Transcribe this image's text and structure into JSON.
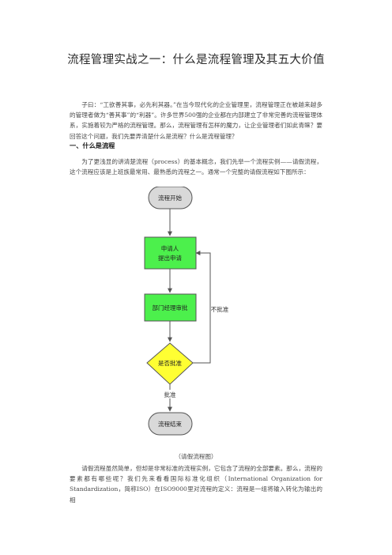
{
  "document": {
    "title": "流程管理实战之一：什么是流程管理及其五大价值",
    "intro": "子曰：“工欲善其事，必先利其器。”在当今现代化的企业管理里，流程管理正在被越来越多的管理者做为“善其事”的“利器”。许多世界500强的企业都在内部建立了非常完善的流程管理体系，实施着较为严格的流程管理。那么，流程管理有怎样的魔力，让企业管理者们如此青睐？要回答这个问题，我们先要弄清楚什么是流程？什么是流程管理？",
    "section1_heading": "一、什么是流程",
    "section1_para": "为了更浅显的讲清楚流程（process）的基本概念，我们先举一个流程实例——请假流程，这个流程应该是上班族最常用、最熟悉的流程之一。通常一个完整的请假流程如下图所示：",
    "figure_caption": "（请假流程图）",
    "closing_para": "请假流程虽然简单，但却是非常标准的流程实例，它包含了流程的全部要素。那么，流程的要素都有哪些呢？我们先来看看国际标准化组织（International Organization for Standardization，简称ISO）在ISO9000里对流程的定义：流程是一组将输入转化为输出的相"
  },
  "flowchart": {
    "start_label": "流程开始",
    "apply_label_line1": "申请人",
    "apply_label_line2": "提出申请",
    "dept_label": "部门经理审批",
    "decision_label": "是否批准",
    "reject_label": "不批准",
    "approve_label": "批准",
    "end_label": "流程结束",
    "colors": {
      "terminal_fill": "#d9d9d9",
      "process_fill": "#4cf04c",
      "decision_fill": "#ffff33",
      "stroke": "#555555"
    }
  }
}
